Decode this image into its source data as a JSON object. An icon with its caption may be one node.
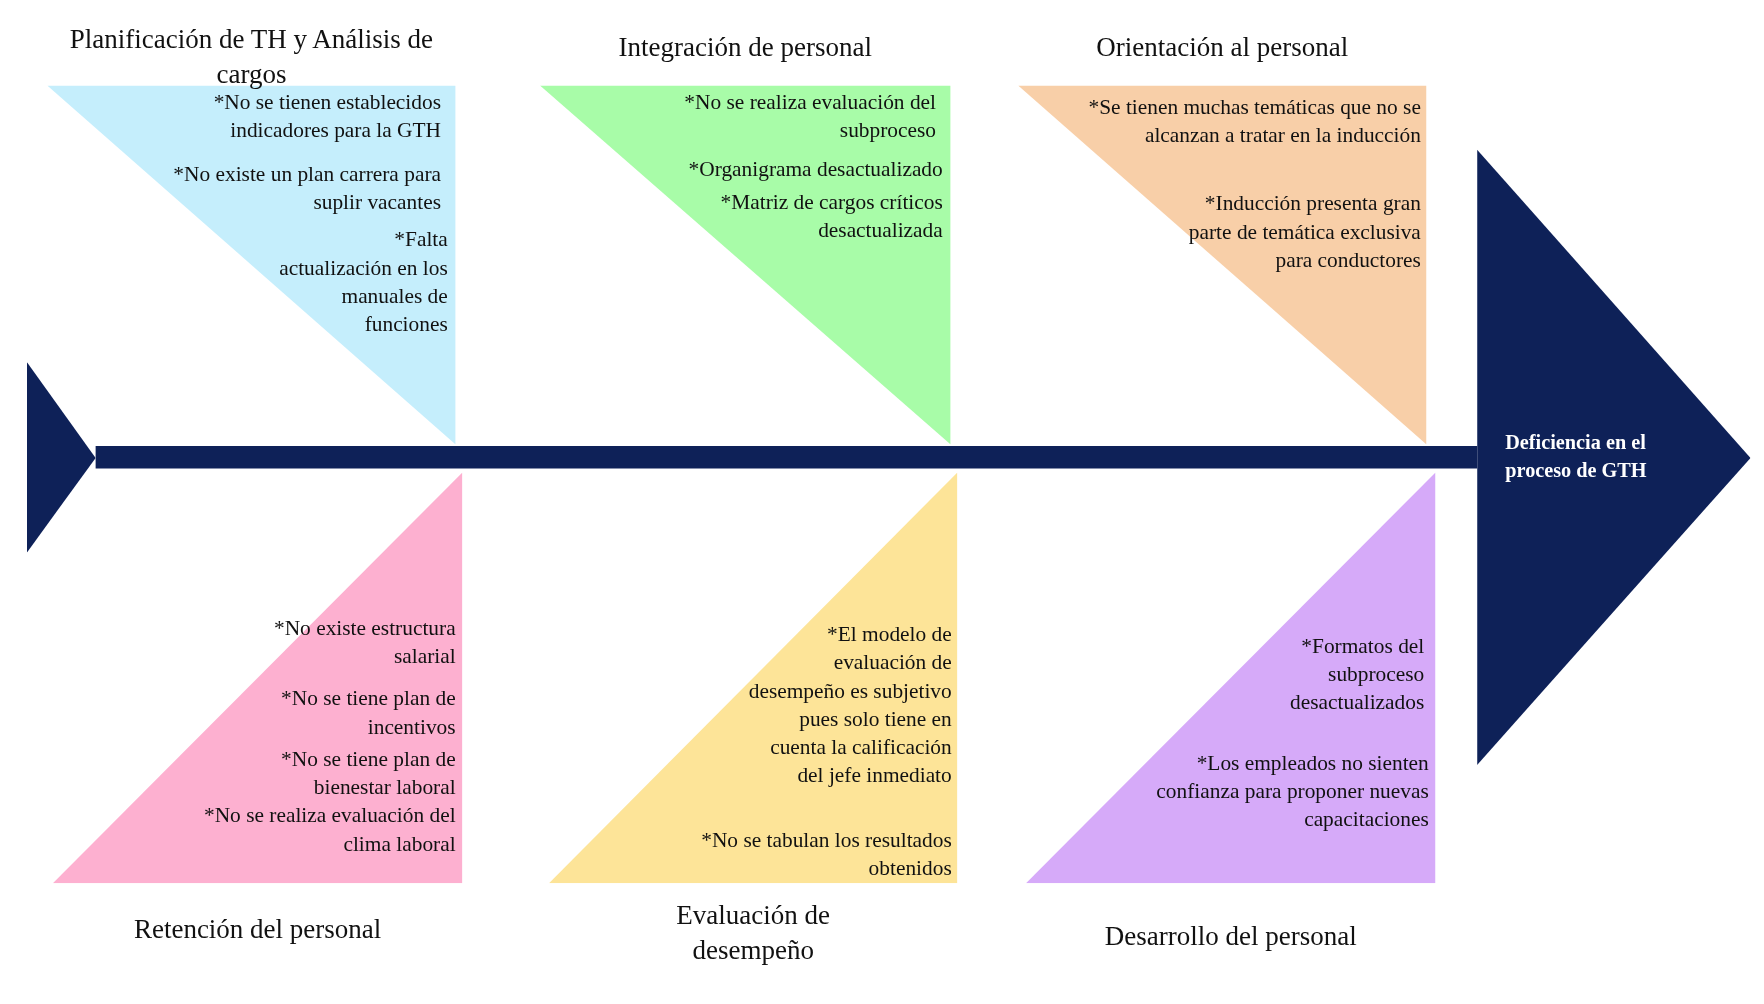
{
  "diagram": {
    "nodes": [
      {
        "text": [
          "Planificación de TH y Análisis de cargos",
          "*No se tienen establecidos indicadores para la GTH",
          "*No existe un plan carrera para suplir vacantes",
          "*Falta actualización en los manuales de funciones"
        ]
      },
      {
        "text": [
          "Integración de personal",
          "*No se realiza evaluación del subproceso",
          "*Organigrama desactualizado",
          "*Matriz de cargos críticos desactualizada"
        ]
      },
      {
        "text": [
          "Orientación al personal",
          "*Se tienen muchas temáticas que no se alcanzan a tratar en la inducción",
          "*Inducción presenta gran parte de temática exclusiva para conductores"
        ]
      },
      {
        "text": [
          "*No existe estructura salarial",
          "*No se tiene plan de incentivos",
          "*No se tiene plan de bienestar laboral",
          "*No se realiza evaluación del clima laboral",
          "Retención del personal"
        ]
      },
      {
        "text": [
          "*El modelo de evaluación de desempeño es subjetivo pues solo tiene en cuenta la calificación del jefe inmediato",
          "*No se tabulan los resultados obtenidos",
          "Evaluación de desempeño"
        ]
      },
      {
        "text": [
          "*Formatos del subproceso desactualizados",
          "*Los empleados no sienten confianza para proponer nuevas capacitaciones",
          "Desarrollo del personal"
        ]
      },
      {
        "text": [],
        "shape": "triangle"
      },
      {
        "text": [
          "Deficiencia en el proceso de GTH"
        ]
      }
    ],
    "edges": [
      {
        "from": 6,
        "to": 7,
        "arrow": "none"
      }
    ]
  }
}
